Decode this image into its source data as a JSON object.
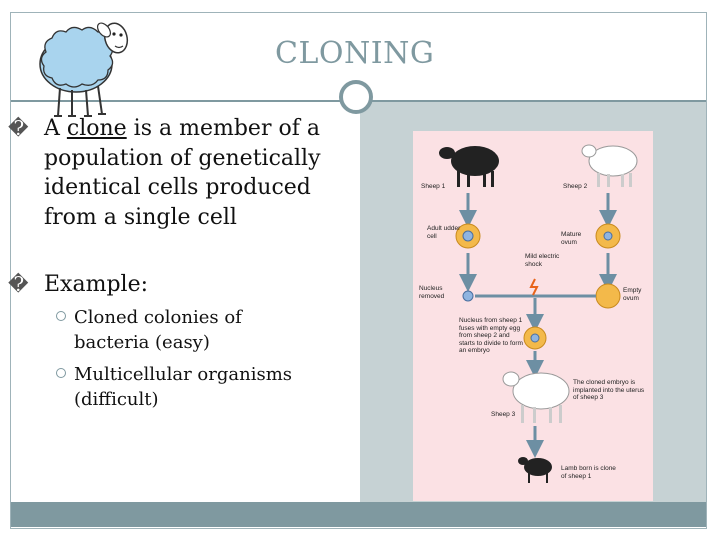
{
  "slide": {
    "title": "CLONING",
    "bullets": [
      {
        "marker": "�",
        "pre": "A ",
        "emph": "clone",
        "post": " is a member of a population of genetically identical cells produced from a single cell"
      },
      {
        "marker": "�",
        "text": "Example:"
      }
    ],
    "sub_bullets": [
      {
        "text": "Cloned colonies of bacteria (easy)"
      },
      {
        "text": "Multicellular organisms (difficult)"
      }
    ]
  },
  "diagram": {
    "sheep1": "Sheep 1",
    "sheep2": "Sheep 2",
    "adult_udder_cell": "Adult udder cell",
    "mature_ovum": "Mature ovum",
    "mild_electric_shock": "Mild electric shock",
    "nucleus_removed": "Nucleus removed",
    "empty_ovum": "Empty ovum",
    "nucleus_fuses": "Nucleus from sheep 1 fuses with empty egg from sheep 2 and starts to divide to form an embryo",
    "sheep3": "Sheep 3",
    "implanted": "The cloned embryo is implanted into the uterus of sheep 3",
    "lamb_born": "Lamb born is clone of sheep 1"
  },
  "colors": {
    "accent": "#7f99a0",
    "panel": "#c6d2d4",
    "diagram_bg": "#fbe1e4",
    "cell": "#f3b94a",
    "arrow": "#6d8fa3"
  }
}
